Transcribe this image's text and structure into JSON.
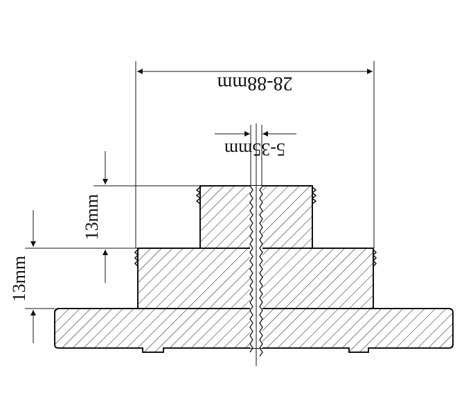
{
  "drawing": {
    "dimensions": {
      "outer_diameter": "28-88mm",
      "center_bore": "5-35mm",
      "upper_height": "13mm",
      "lower_height": "13mm"
    },
    "colors": {
      "stroke": "#111111",
      "background": "#ffffff",
      "hatch": "#222222"
    }
  }
}
